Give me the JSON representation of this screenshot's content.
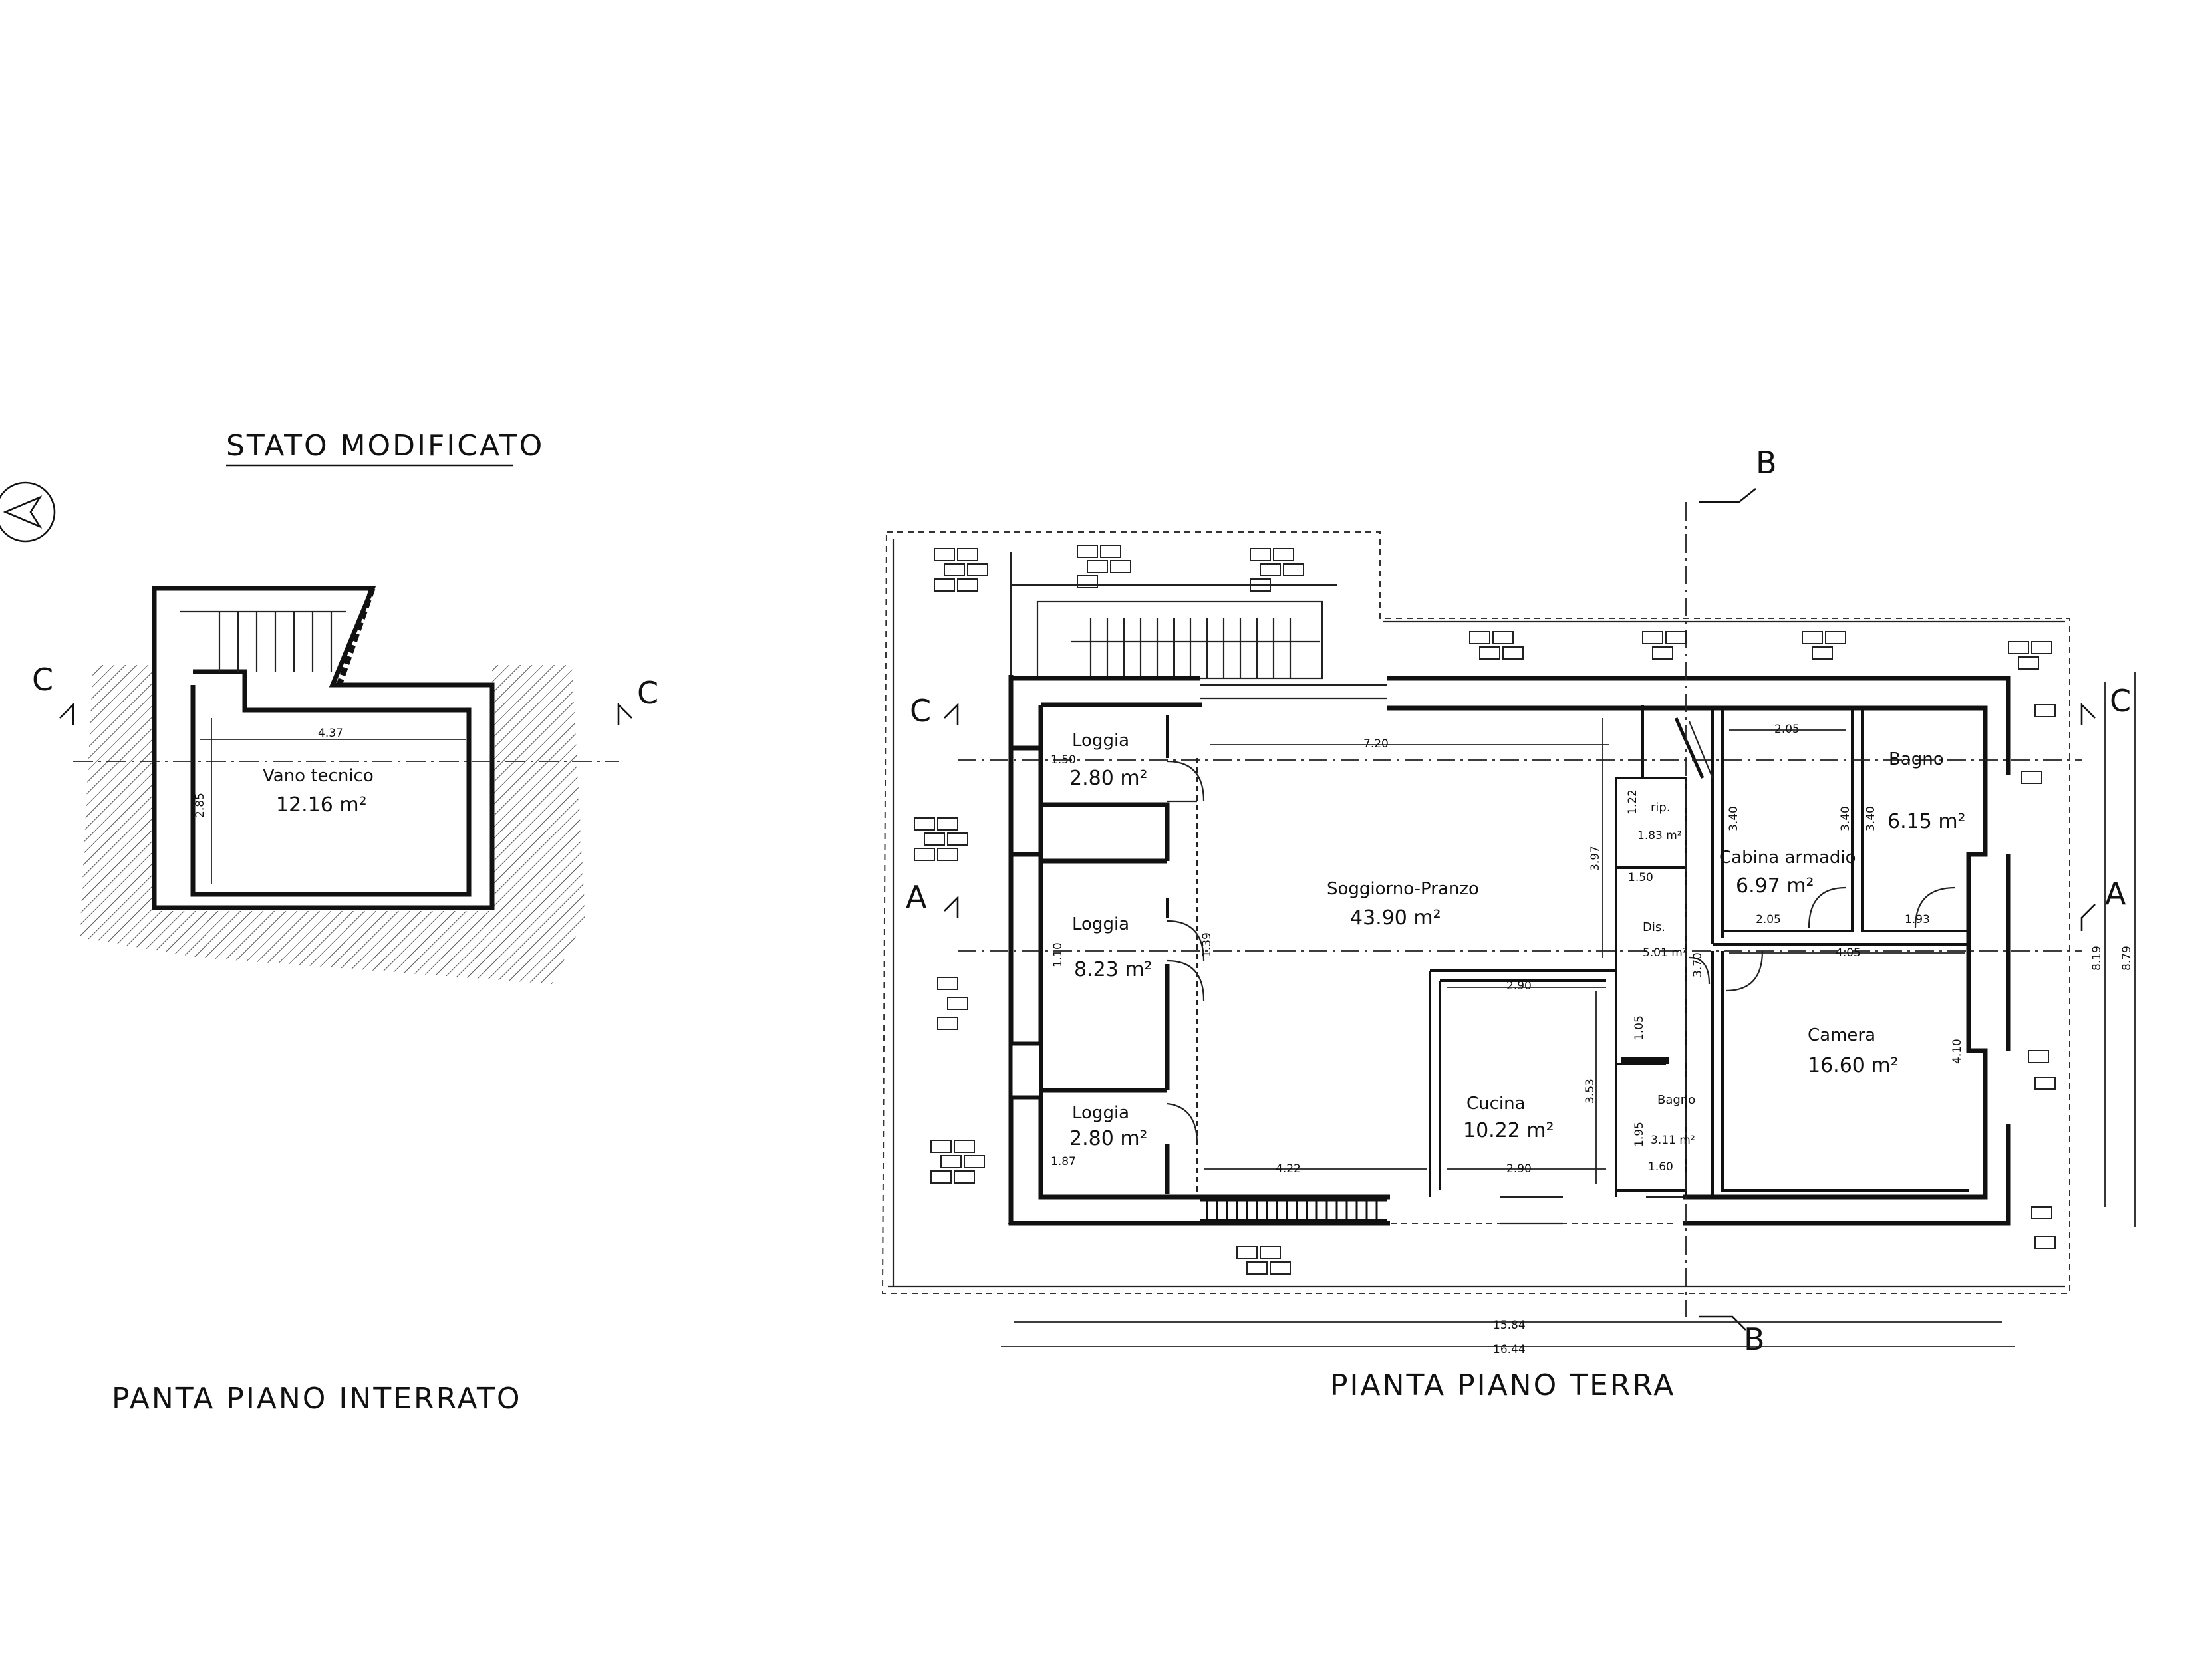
{
  "header": {
    "title": "STATO MODIFICATO",
    "north_symbol": "north-arrow-icon"
  },
  "basement": {
    "caption": "PANTA PIANO INTERRATO",
    "room": {
      "name": "Vano tecnico",
      "area": "12.16 m²"
    },
    "dims": {
      "width": "4.37",
      "height": "2.85"
    },
    "section": {
      "left": "C",
      "right": "C"
    }
  },
  "ground": {
    "caption": "PIANTA PIANO TERRA",
    "rooms": [
      {
        "id": "loggia-1",
        "name": "Loggia",
        "area": "2.80 m²"
      },
      {
        "id": "loggia-2",
        "name": "Loggia",
        "area": "8.23 m²"
      },
      {
        "id": "loggia-3",
        "name": "Loggia",
        "area": "2.80 m²"
      },
      {
        "id": "soggiorno",
        "name": "Soggiorno-Pranzo",
        "area": "43.90 m²"
      },
      {
        "id": "cucina",
        "name": "Cucina",
        "area": "10.22 m²"
      },
      {
        "id": "rip",
        "name": "rip.",
        "area": "1.83 m²"
      },
      {
        "id": "cabina",
        "name": "Cabina armadio",
        "area": "6.97 m²"
      },
      {
        "id": "bagno-1",
        "name": "Bagno",
        "area": "6.15 m²"
      },
      {
        "id": "dis",
        "name": "Dis.",
        "area": "5.01 m²"
      },
      {
        "id": "camera",
        "name": "Camera",
        "area": "16.60 m²"
      },
      {
        "id": "bagno-2",
        "name": "Bagno",
        "area": "3.11 m²"
      }
    ],
    "dims": {
      "total_inner": "15.84",
      "total_outer": "16.44",
      "soggiorno_w": "7.20",
      "soggiorno_h": "3.97",
      "cucina_w_top": "2.90",
      "cucina_w_bottom": "2.90",
      "cucina_h": "3.53",
      "bottom_left": "4.22",
      "loggia_top_w": "1.50",
      "loggia_bottom_w": "1.87",
      "loggia_mid_h": "1.10",
      "door_w": "1.39",
      "cabina_w_top": "2.05",
      "cabina_w_bottom": "2.05",
      "cabina_h": "3.40",
      "bagno1_h": "3.40",
      "bagno1_h_left": "3.40",
      "bagno1_w": "1.93",
      "rip_w": "1.50",
      "rip_h": "1.22",
      "dis_h": "3.70",
      "dis_w": "1.05",
      "camera_w": "4.05",
      "camera_h": "4.10",
      "bagno2_h": "1.95",
      "bagno2_w": "1.60",
      "right_a": "8.19",
      "right_b": "8.79"
    },
    "sections": {
      "a": "A",
      "b": "B",
      "c": "C"
    }
  }
}
